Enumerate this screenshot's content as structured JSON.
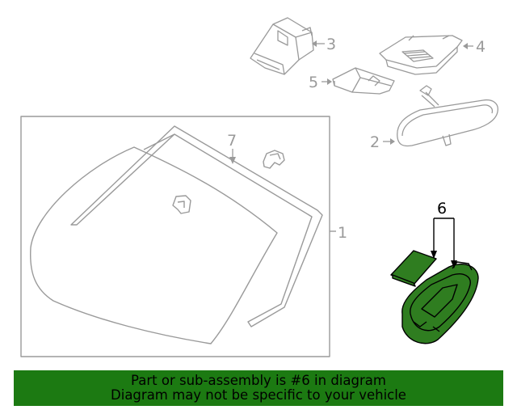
{
  "callouts": {
    "part_1": "1",
    "part_2": "2",
    "part_3": "3",
    "part_4": "4",
    "part_5": "5",
    "part_6": "6",
    "part_7": "7"
  },
  "highlighted_part": "6",
  "colors": {
    "line": "#9a9a9a",
    "highlight_fill": "#2f7d20",
    "banner_bg": "#1c7a12",
    "text": "#000000"
  },
  "banner": {
    "line1": "Part or sub-assembly is #6 in diagram",
    "line2": "Diagram may not be specific to your vehicle"
  }
}
